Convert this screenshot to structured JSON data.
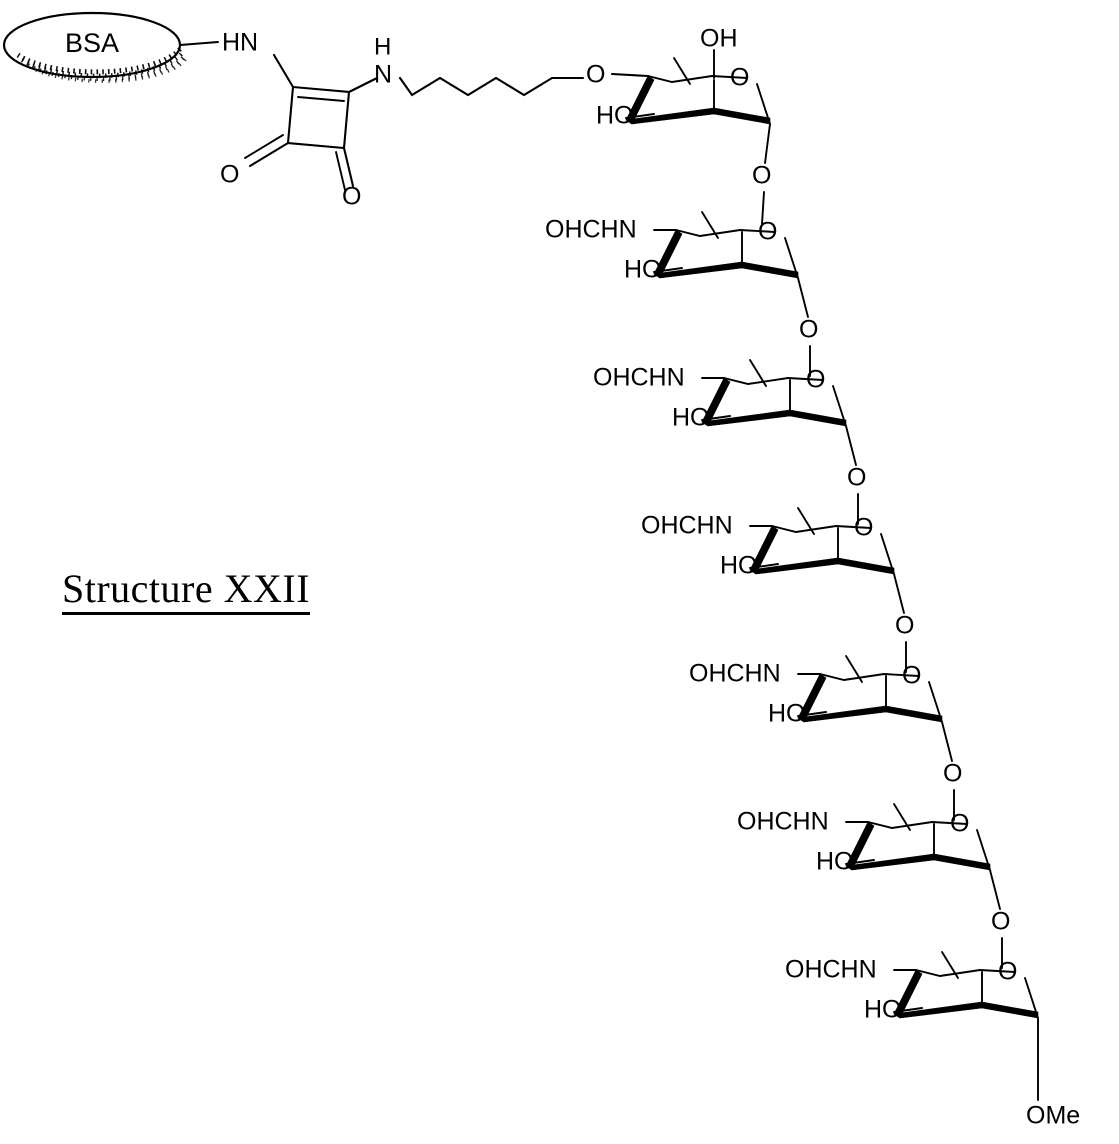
{
  "figure": {
    "title": "Structure XXII",
    "kind": "chemical-structure-diagram",
    "description": "BSA protein conjugate linked through a squarate (3,4-dioxocyclobut-1-ene-1,2-diyl) diamide and a hexyl spacer to the non-reducing end of a heptasaccharide terminating in a methyl glycoside"
  },
  "carrier": {
    "label": "BSA",
    "shape": "ellipse-with-hatched-shadow"
  },
  "linker": {
    "amide_nh_label": "HN",
    "amine_n_label": "N",
    "amine_h_label": "H",
    "ketone_o_left": "O",
    "ketone_o_right": "O",
    "spacer_atom_label": "O",
    "spacer_carbons": 6
  },
  "sugars": [
    {
      "index": 1,
      "top_label": "OH",
      "ring_o_label": "O",
      "left_label": "HO",
      "has_methyl_stub": true
    },
    {
      "index": 2,
      "top_label": "OHCHN",
      "ring_o_label": "O",
      "left_label": "HO",
      "has_methyl_stub": true
    },
    {
      "index": 3,
      "top_label": "OHCHN",
      "ring_o_label": "O",
      "left_label": "HO",
      "has_methyl_stub": true
    },
    {
      "index": 4,
      "top_label": "OHCHN",
      "ring_o_label": "O",
      "left_label": "HO",
      "has_methyl_stub": true
    },
    {
      "index": 5,
      "top_label": "OHCHN",
      "ring_o_label": "O",
      "left_label": "HO",
      "has_methyl_stub": true
    },
    {
      "index": 6,
      "top_label": "OHCHN",
      "ring_o_label": "O",
      "left_label": "HO",
      "has_methyl_stub": true
    },
    {
      "index": 7,
      "top_label": "OHCHN",
      "ring_o_label": "O",
      "left_label": "HO",
      "has_methyl_stub": true
    }
  ],
  "glycosidic_links": [
    {
      "index": 1,
      "label": "O"
    },
    {
      "index": 2,
      "label": "O"
    },
    {
      "index": 3,
      "label": "O"
    },
    {
      "index": 4,
      "label": "O"
    },
    {
      "index": 5,
      "label": "O"
    },
    {
      "index": 6,
      "label": "O"
    }
  ],
  "terminus": {
    "label": "OMe"
  },
  "colors": {
    "ink": "#000000",
    "paper": "#ffffff"
  }
}
